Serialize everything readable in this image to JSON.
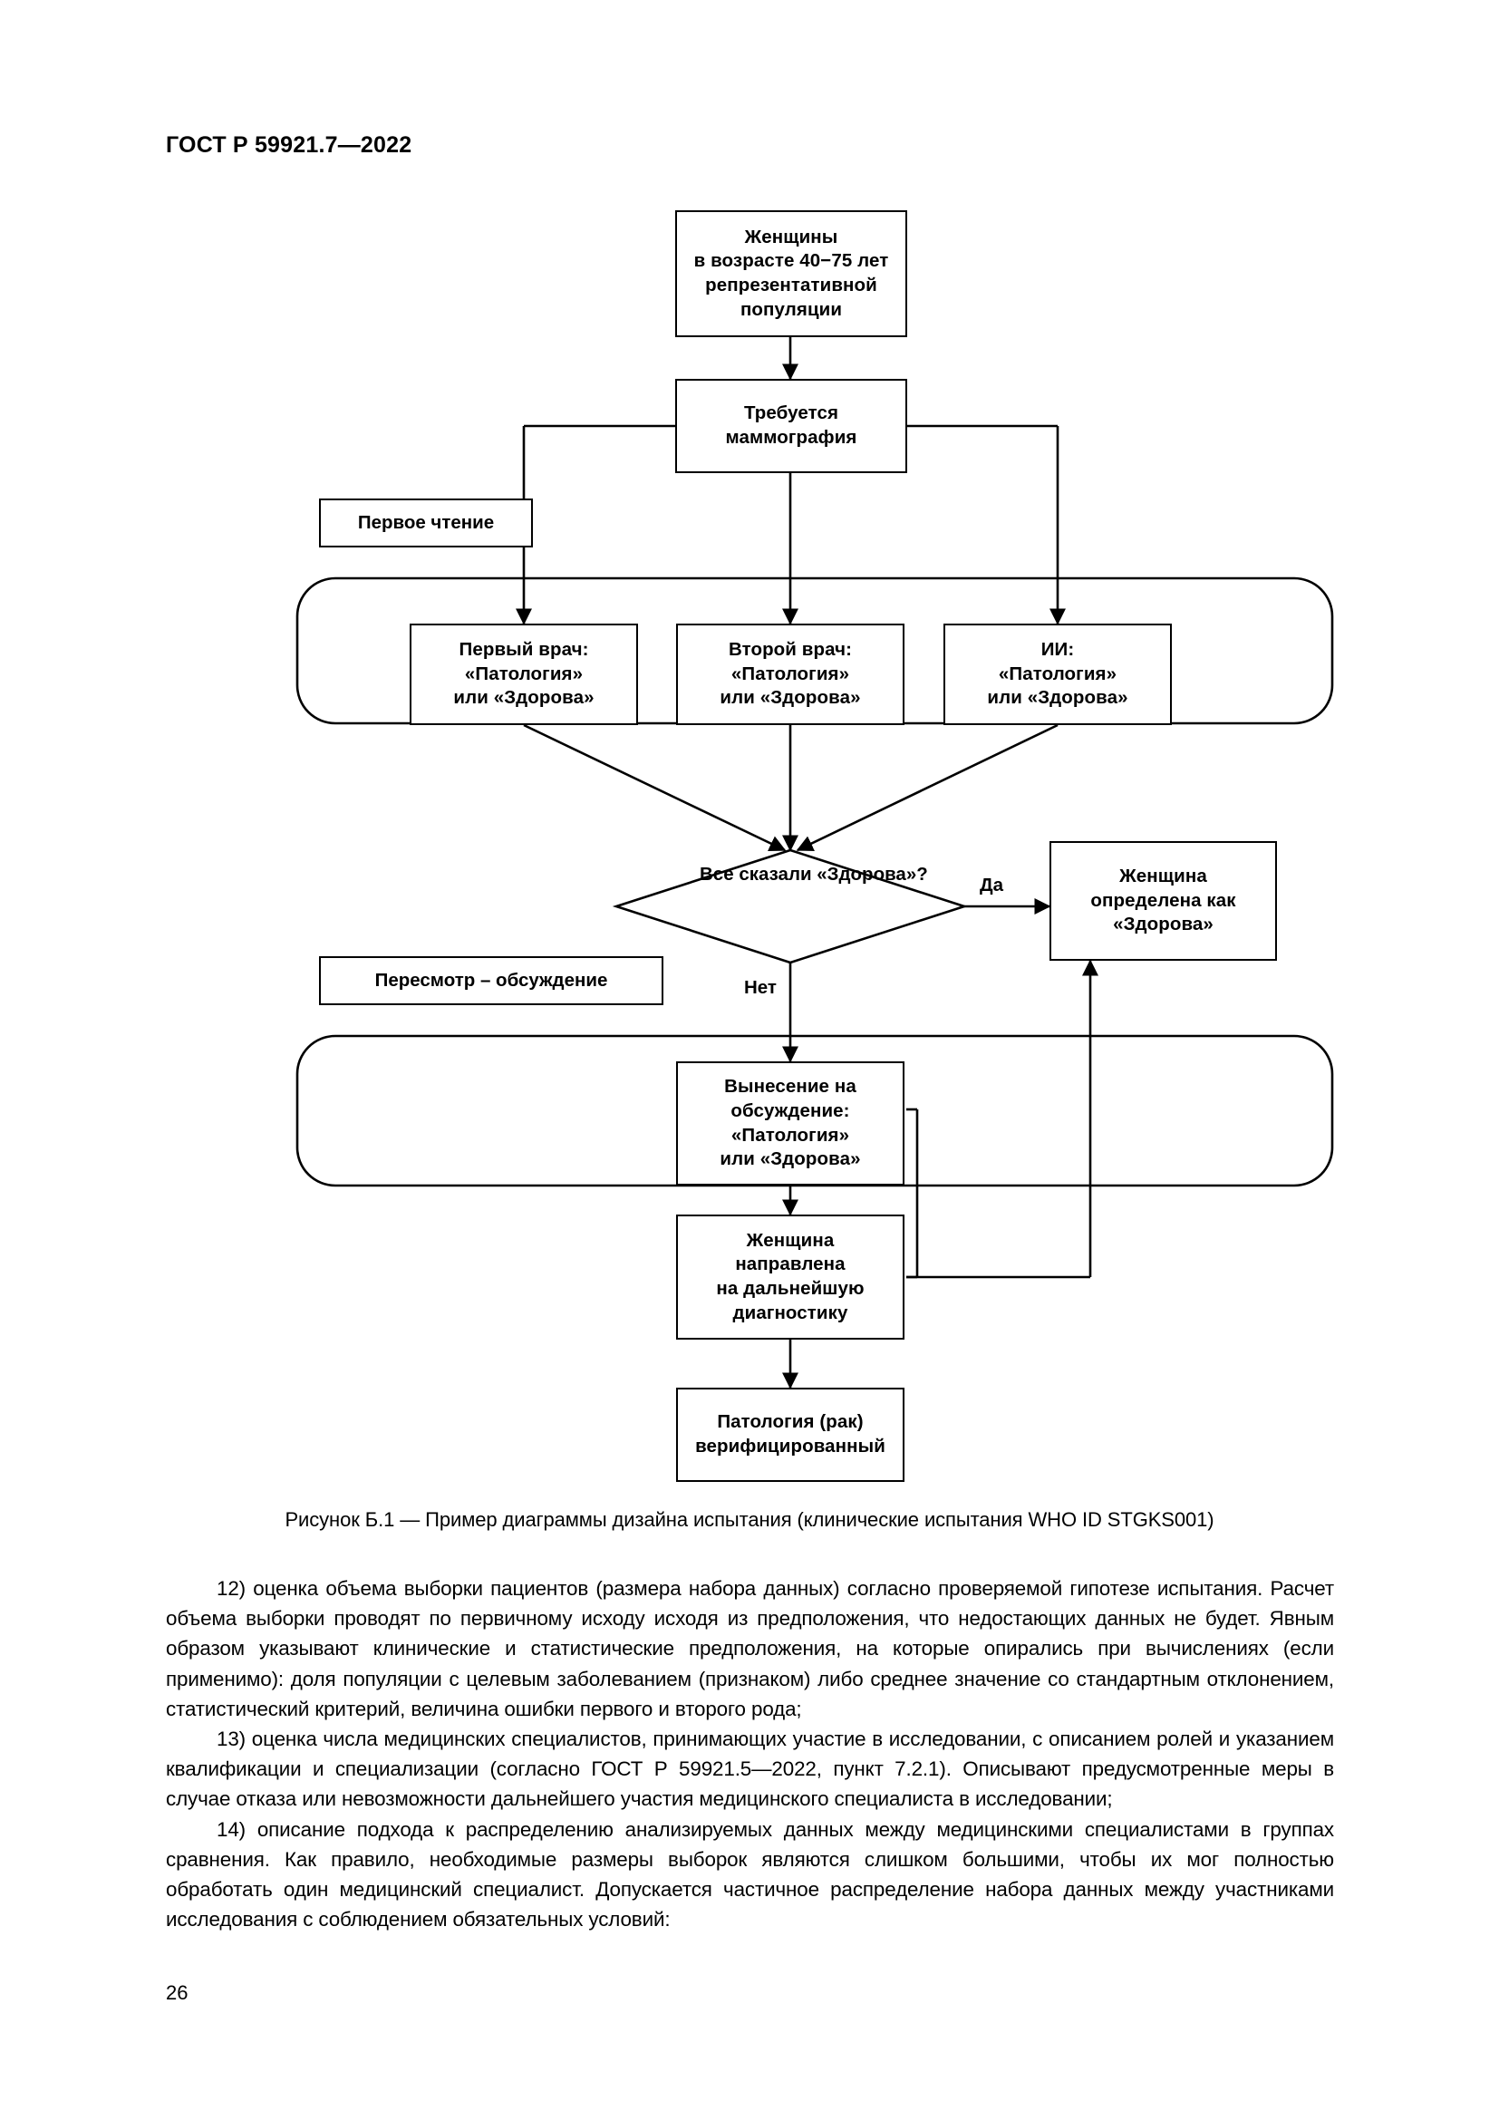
{
  "document": {
    "header": "ГОСТ Р 59921.7—2022",
    "page_number": "26"
  },
  "figure": {
    "caption": "Рисунок Б.1 — Пример диаграммы дизайна испытания (клинические испытания WHO ID STGKS001)",
    "nodes": {
      "population": {
        "lines": [
          "Женщины",
          "в возрасте 40−75 лет",
          "репрезентативной",
          "популяции"
        ]
      },
      "mammography": {
        "lines": [
          "Требуется",
          "маммография"
        ]
      },
      "first_reading_label": "Первое чтение",
      "doctor1": {
        "lines": [
          "Первый врач:",
          "«Патология»",
          "или «Здорова»"
        ]
      },
      "doctor2": {
        "lines": [
          "Второй врач:",
          "«Патология»",
          "или «Здорова»"
        ]
      },
      "ai": {
        "lines": [
          "ИИ:",
          "«Патология»",
          "или «Здорова»"
        ]
      },
      "decision": {
        "lines": [
          "Все",
          "сказали",
          "«Здорова»?"
        ]
      },
      "healthy": {
        "lines": [
          "Женщина",
          "определена как",
          "«Здорова»"
        ]
      },
      "review_label": "Пересмотр – обсуждение",
      "discussion": {
        "lines": [
          "Вынесение на",
          "обсуждение:",
          "«Патология»",
          "или «Здорова»"
        ]
      },
      "referral": {
        "lines": [
          "Женщина",
          "направлена",
          "на дальнейшую",
          "диагностику"
        ]
      },
      "verified": {
        "lines": [
          "Патология (рак)",
          "верифицированный"
        ]
      }
    },
    "edge_labels": {
      "yes": "Да",
      "no": "Нет"
    }
  },
  "body": {
    "paragraphs": [
      "12)  оценка объема выборки пациентов (размера набора данных) согласно проверяемой гипотезе испытания. Расчет объема выборки проводят по первичному исходу исходя из предположения, что недостающих данных не будет. Явным образом указывают клинические и статистические предположения, на которые опирались при вычислениях (если применимо): доля популяции с целевым заболеванием (признаком) либо среднее значение со стандартным отклонением, статистический критерий, величина ошибки первого и второго рода;",
      "13)  оценка числа медицинских специалистов, принимающих участие в исследовании, с описанием ролей и указанием квалификации и специализации (согласно ГОСТ Р 59921.5—2022, пункт 7.2.1). Описывают предусмотренные меры в случае отказа или невозможности дальнейшего участия медицинского специалиста в исследовании;",
      "14)  описание подхода к распределению анализируемых данных между медицинскими специалистами в группах сравнения. Как правило, необходимые размеры выборок являются слишком большими, чтобы их мог полностью обработать один медицинский специалист. Допускается частичное распределение набора данных между участниками исследования с соблюдением обязательных условий:"
    ]
  }
}
